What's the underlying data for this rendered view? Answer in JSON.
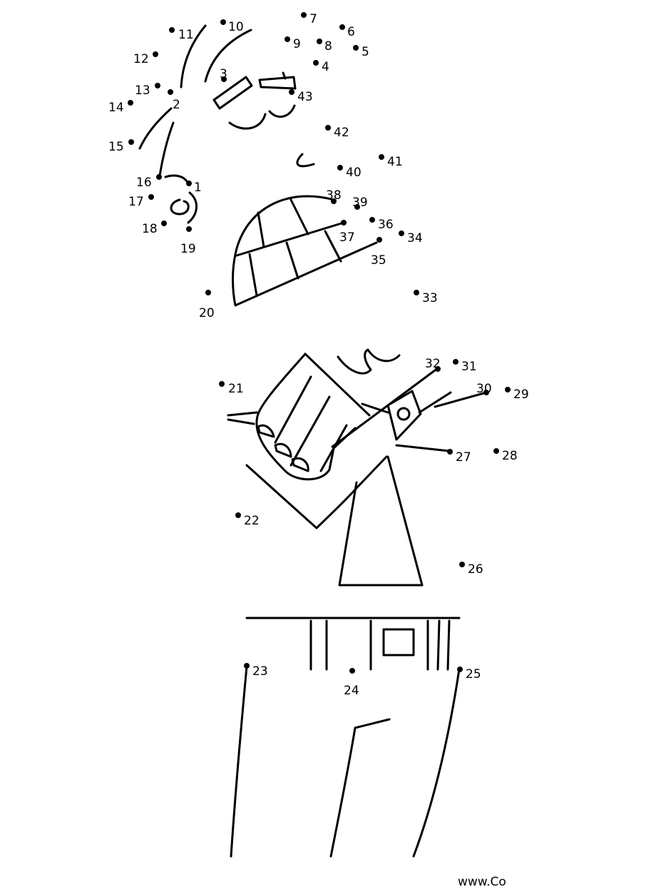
{
  "dots": [
    {
      "label": "1"
    },
    {
      "label": "2"
    },
    {
      "label": "3"
    },
    {
      "label": "4"
    },
    {
      "label": "5"
    },
    {
      "label": "6"
    },
    {
      "label": "7"
    },
    {
      "label": "8"
    },
    {
      "label": "9"
    },
    {
      "label": "10"
    },
    {
      "label": "11"
    },
    {
      "label": "12"
    },
    {
      "label": "13"
    },
    {
      "label": "14"
    },
    {
      "label": "15"
    },
    {
      "label": "16"
    },
    {
      "label": "17"
    },
    {
      "label": "18"
    },
    {
      "label": "19"
    },
    {
      "label": "20"
    },
    {
      "label": "21"
    },
    {
      "label": "22"
    },
    {
      "label": "23"
    },
    {
      "label": "24"
    },
    {
      "label": "25"
    },
    {
      "label": "26"
    },
    {
      "label": "27"
    },
    {
      "label": "28"
    },
    {
      "label": "29"
    },
    {
      "label": "30"
    },
    {
      "label": "31"
    },
    {
      "label": "32"
    },
    {
      "label": "33"
    },
    {
      "label": "34"
    },
    {
      "label": "35"
    },
    {
      "label": "36"
    },
    {
      "label": "37"
    },
    {
      "label": "38"
    },
    {
      "label": "39"
    },
    {
      "label": "40"
    },
    {
      "label": "41"
    },
    {
      "label": "42"
    },
    {
      "label": "43"
    }
  ],
  "footer": {
    "text": "www.Co"
  }
}
